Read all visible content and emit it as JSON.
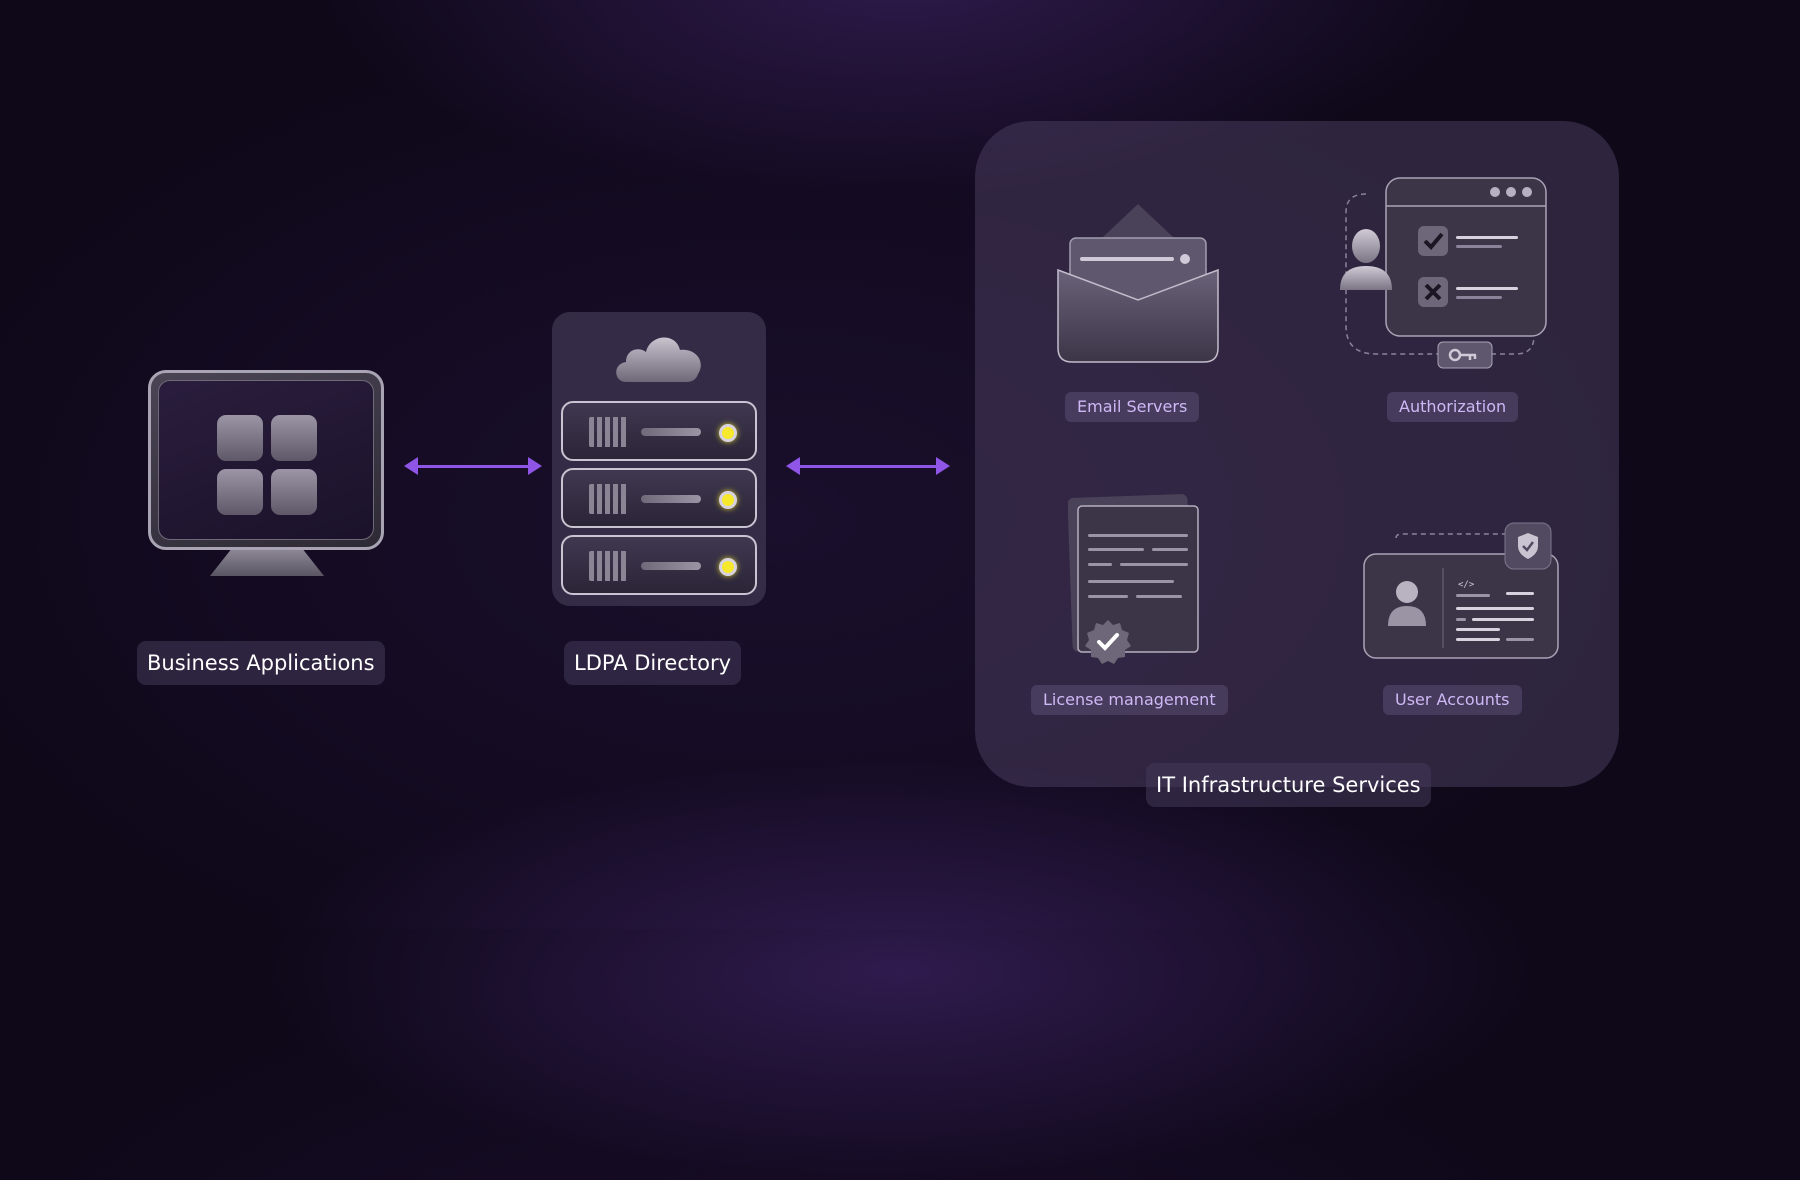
{
  "nodes": {
    "business_applications": "Business Applications",
    "ldpa_directory": "LDPA Directory",
    "it_infrastructure": "IT Infrastructure Services"
  },
  "services": {
    "email_servers": "Email Servers",
    "authorization": "Authorization",
    "license_management": "License management",
    "user_accounts": "User Accounts"
  },
  "user_card": {
    "code_tag": "</>"
  },
  "colors": {
    "accent_purple": "#8e55e6",
    "service_label": "#cfb8f6",
    "led_yellow": "#f6e82a"
  },
  "icons": [
    "apps-grid-icon",
    "monitor-icon",
    "cloud-icon",
    "server-rack-icon",
    "envelope-icon",
    "checklist-window-icon",
    "user-icon",
    "key-icon",
    "document-icon",
    "verified-badge-icon",
    "id-card-icon",
    "shield-icon"
  ]
}
